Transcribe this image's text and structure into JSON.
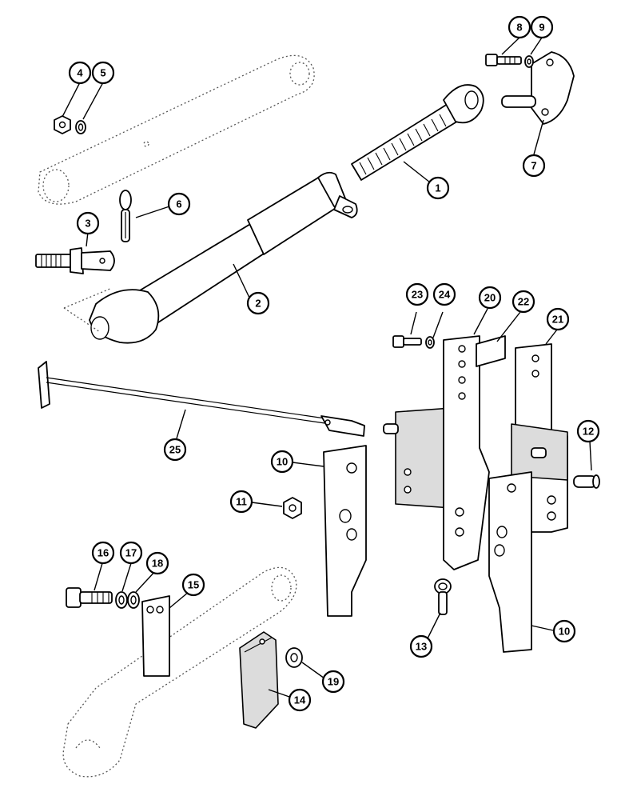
{
  "callouts": [
    {
      "label": "1"
    },
    {
      "label": "2"
    },
    {
      "label": "3"
    },
    {
      "label": "4"
    },
    {
      "label": "5"
    },
    {
      "label": "6"
    },
    {
      "label": "7"
    },
    {
      "label": "8"
    },
    {
      "label": "9"
    },
    {
      "label": "10"
    },
    {
      "label": "10"
    },
    {
      "label": "11"
    },
    {
      "label": "12"
    },
    {
      "label": "13"
    },
    {
      "label": "14"
    },
    {
      "label": "15"
    },
    {
      "label": "16"
    },
    {
      "label": "17"
    },
    {
      "label": "18"
    },
    {
      "label": "19"
    },
    {
      "label": "20"
    },
    {
      "label": "21"
    },
    {
      "label": "22"
    },
    {
      "label": "23"
    },
    {
      "label": "24"
    },
    {
      "label": "25"
    }
  ]
}
